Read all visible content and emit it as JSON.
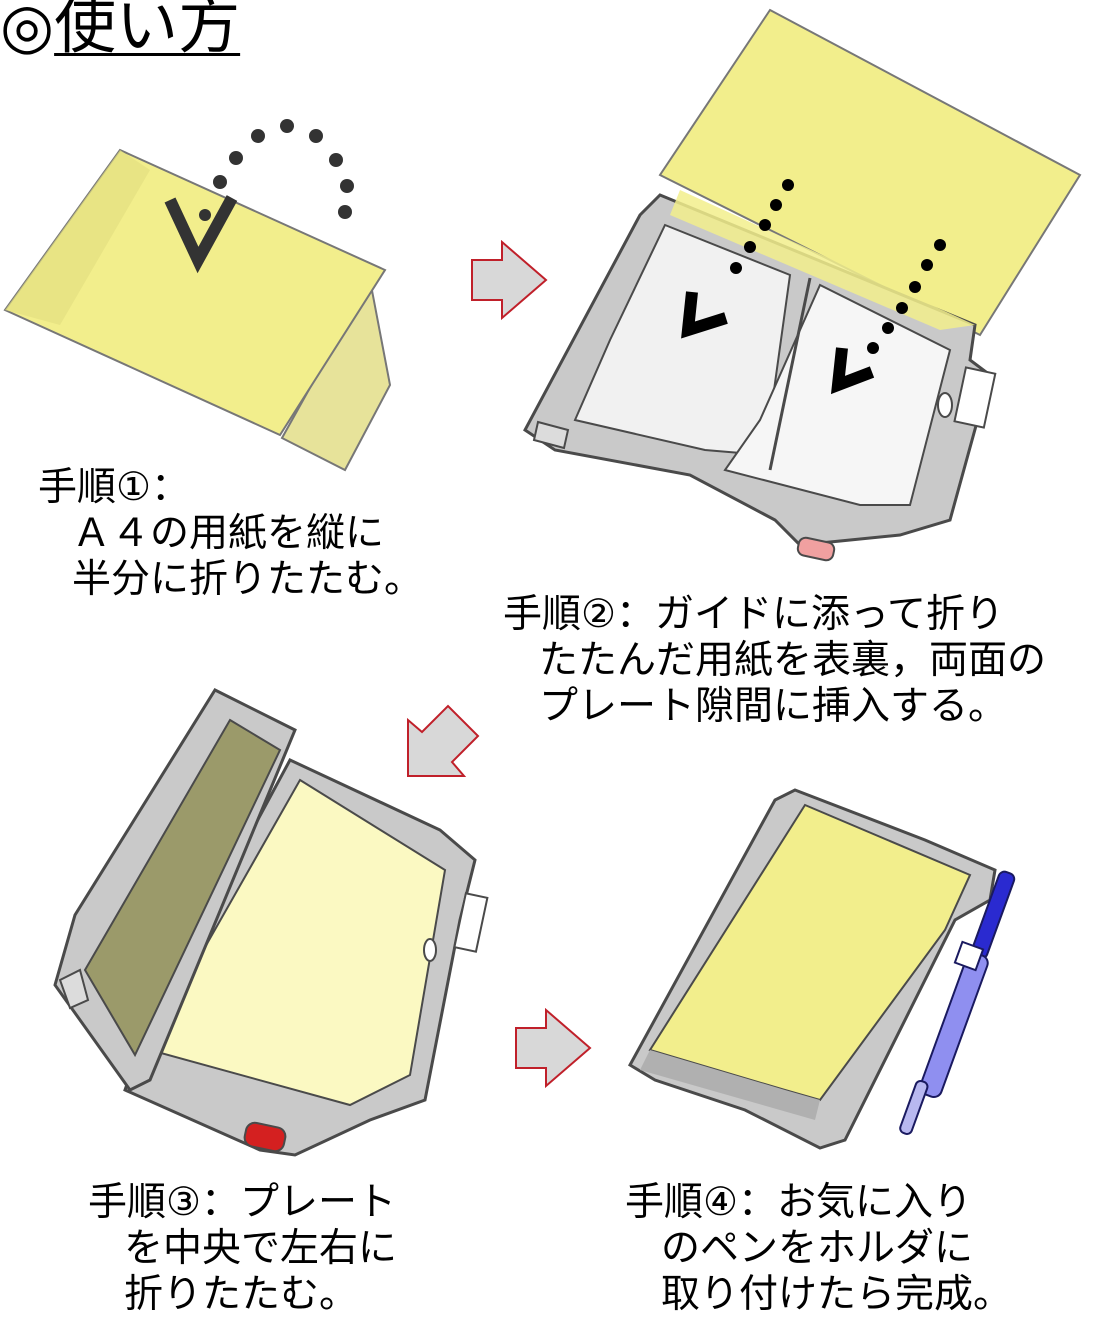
{
  "title": {
    "mark": "◎",
    "text": "使い方"
  },
  "steps": [
    {
      "lines": [
        "手順①：",
        "Ａ４の用紙を縦に",
        "半分に折りたたむ。"
      ]
    },
    {
      "lines": [
        "手順②：ガイドに添って折り",
        "たたんだ用紙を表裏，両面の",
        "プレート隙間に挿入する。"
      ]
    },
    {
      "lines": [
        "手順③：プレート",
        "を中央で左右に",
        "折りたたむ。"
      ]
    },
    {
      "lines": [
        "手順④：お気に入り",
        "のペンをホルダに",
        "取り付けたら完成。"
      ]
    }
  ],
  "colors": {
    "paper": "#f2ee8c",
    "paper_light": "#fbf9c2",
    "paper_dark": "#d9d57a",
    "plate": "#c9c9c9",
    "plate_edge": "#4a4a4a",
    "arrow_fill": "#d8d8d8",
    "arrow_stroke": "#c0202a",
    "pen": "#2a2ad0",
    "tab_red": "#d42020",
    "tab_pink": "#f0a0a0"
  }
}
